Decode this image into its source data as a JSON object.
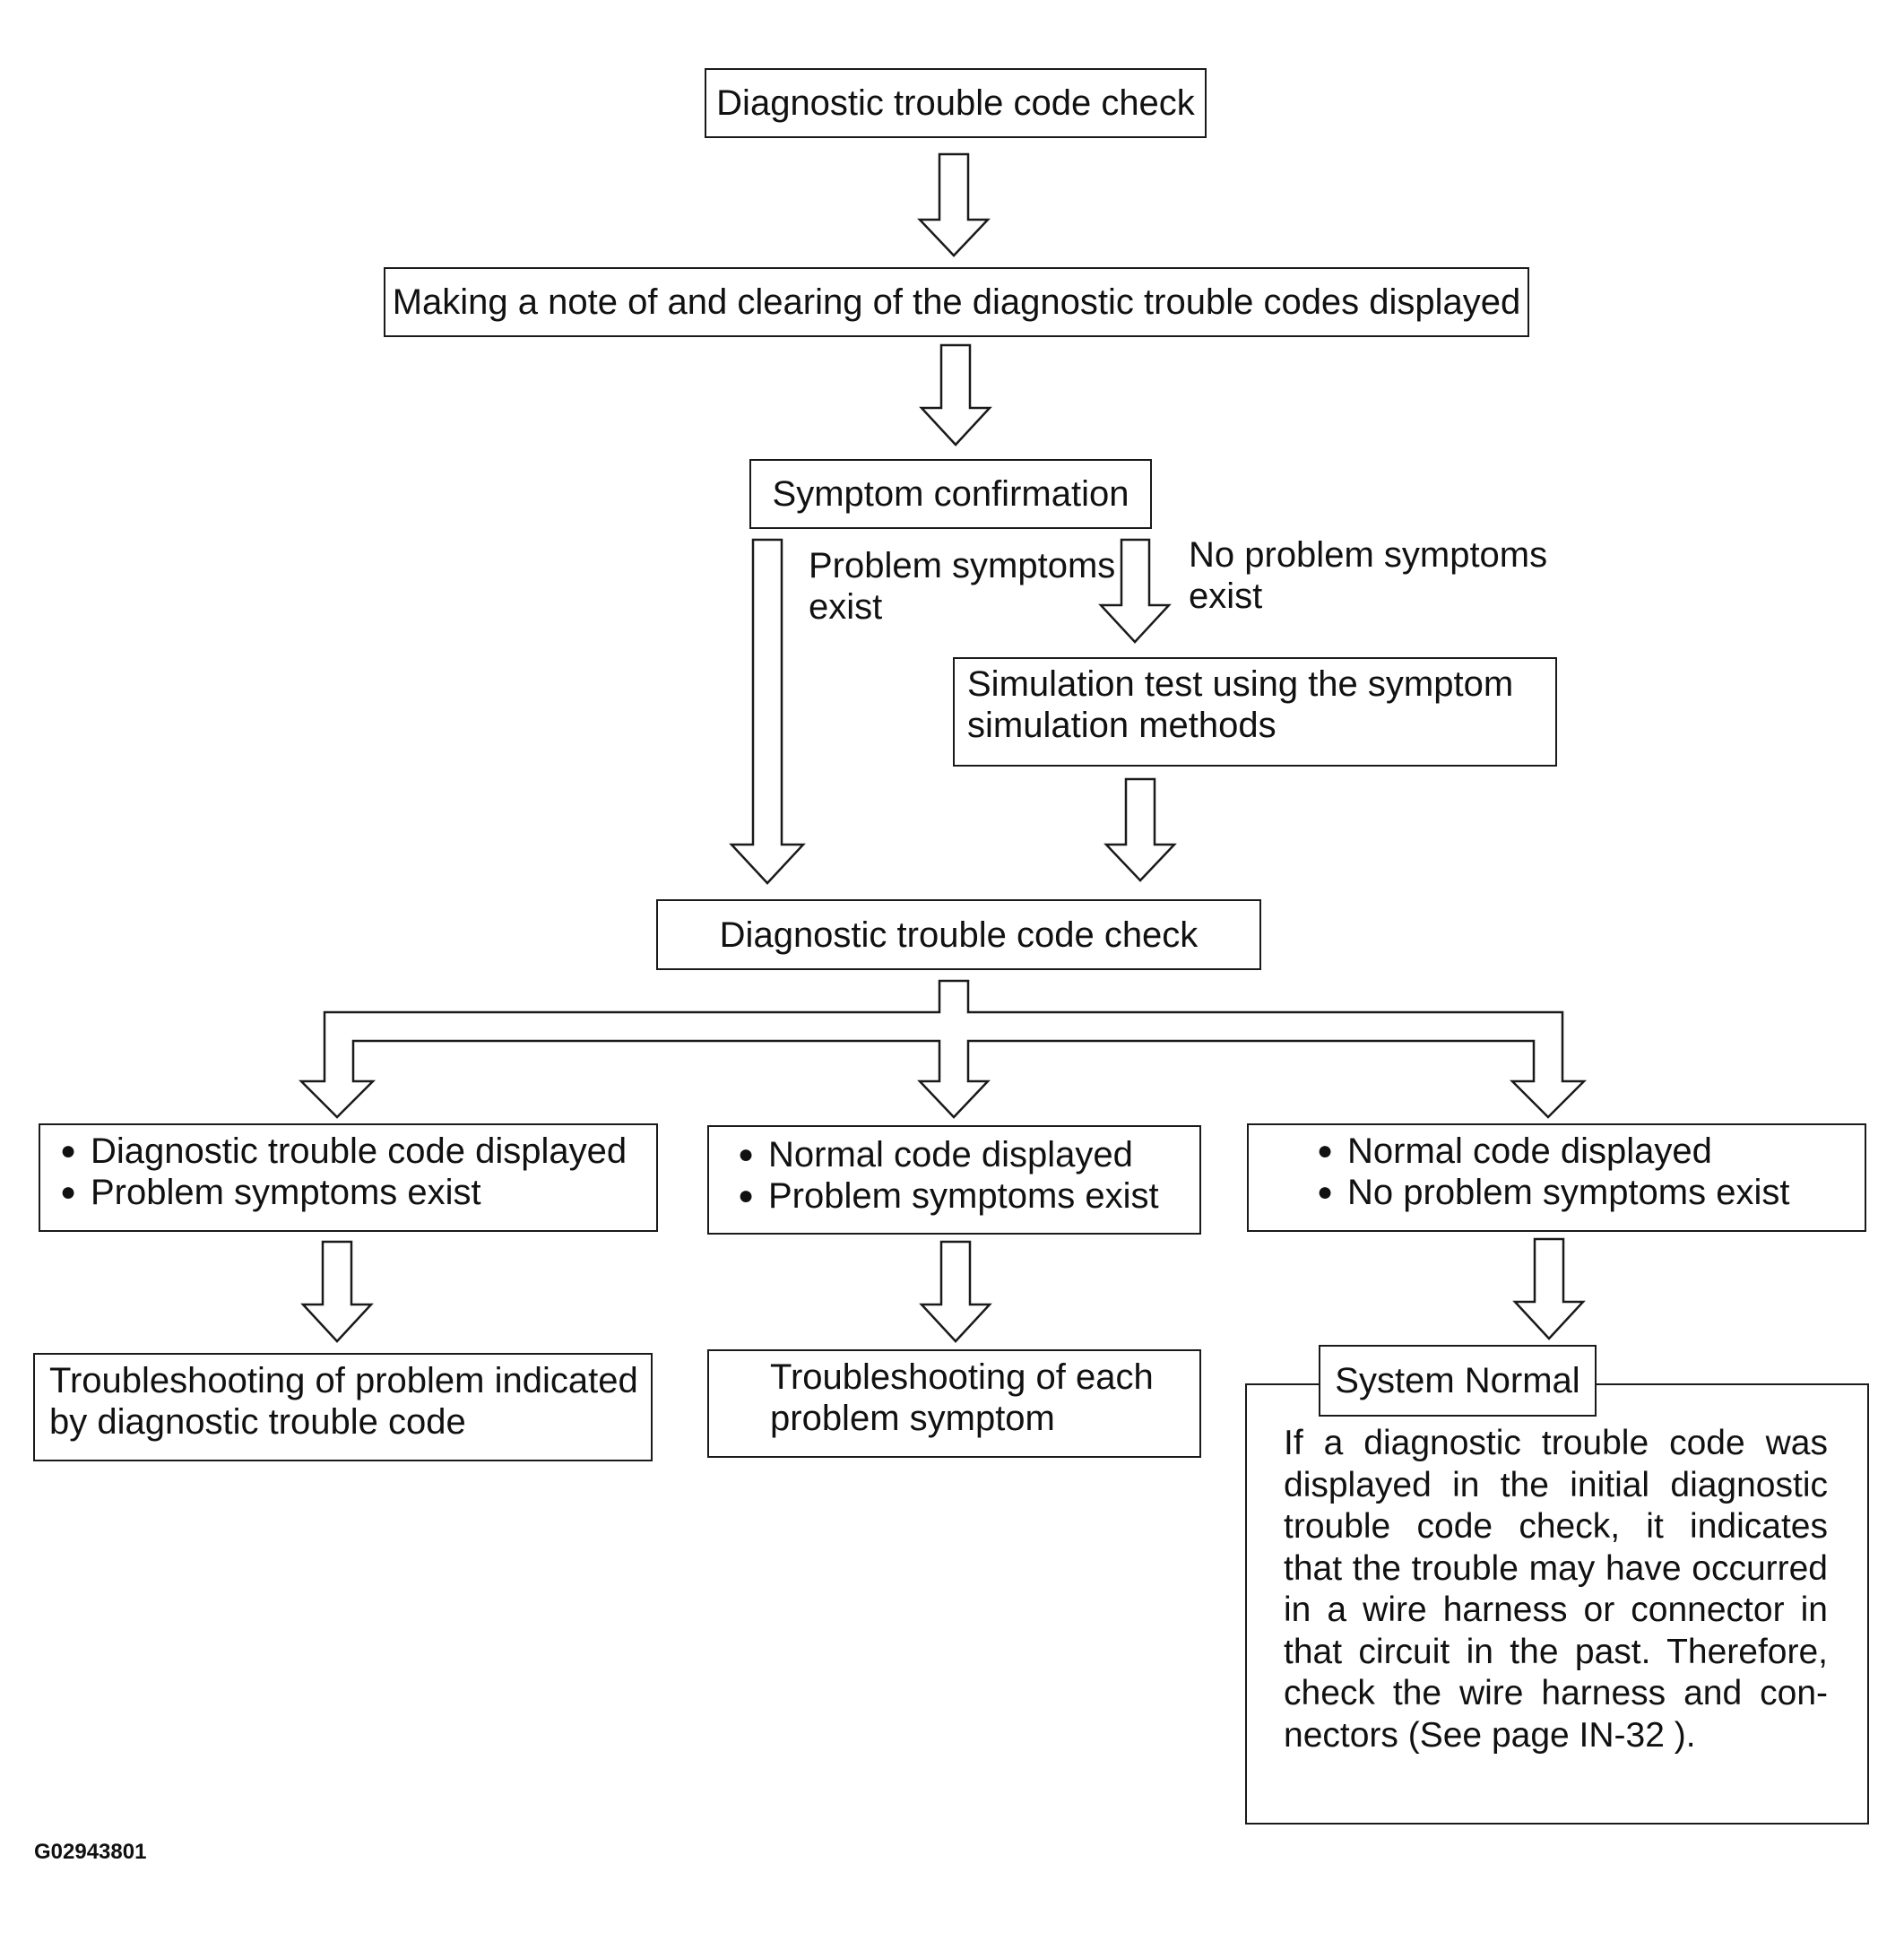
{
  "step1": "Diagnostic trouble code check",
  "step2": "Making a note of and clearing of the diagnostic trouble codes displayed",
  "step3": "Symptom confirmation",
  "branch_yes_label": [
    "Problem symptoms",
    "exist"
  ],
  "branch_no_label": [
    "No problem symptoms",
    "exist"
  ],
  "simulation": [
    "Simulation test using the symptom",
    "simulation methods"
  ],
  "step4": "Diagnostic trouble code check",
  "result_left": [
    "Diagnostic trouble code displayed",
    "Problem symptoms exist"
  ],
  "result_mid": [
    "Normal code displayed",
    "Problem symptoms exist"
  ],
  "result_right": [
    "Normal code displayed",
    "No problem symptoms exist"
  ],
  "action_left": [
    "Troubleshooting of problem indicated",
    "by diagnostic trouble code"
  ],
  "action_mid": [
    "Troubleshooting of each",
    "problem symptom"
  ],
  "system_normal": {
    "title": "System Normal",
    "text": "If a diagnostic trouble code was displayed in the initial diagnostic trouble code check, it indicates that the trouble may have occurred in a wire harness or connector in that circuit in the past. Therefore, check the wire harness and con- nectors (See page IN-32 )."
  },
  "figure_id": "G02943801"
}
